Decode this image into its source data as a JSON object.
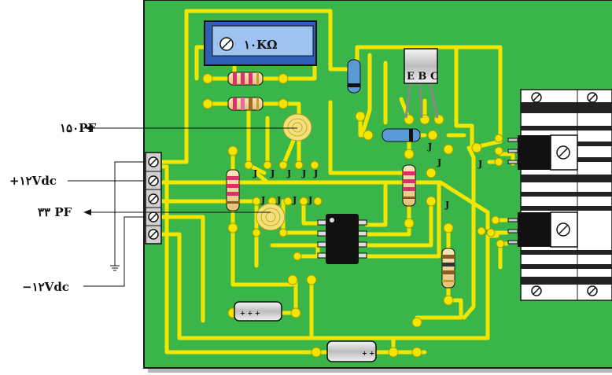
{
  "labels": {
    "cap_150pf": "۱۵۰PF",
    "vplus": "+۱۲Vdc",
    "cap_33pf": "۳۳ PF",
    "vminus": "−۱۲Vdc"
  },
  "potentiometer": {
    "value": "۱۰KΩ"
  },
  "transistor": {
    "pins": "E B C"
  },
  "jumper": "J",
  "colors": {
    "board": "#39b54a",
    "trace": "#f2e600",
    "pot": "#2f5fb4",
    "outline": "#1a1a1a"
  }
}
